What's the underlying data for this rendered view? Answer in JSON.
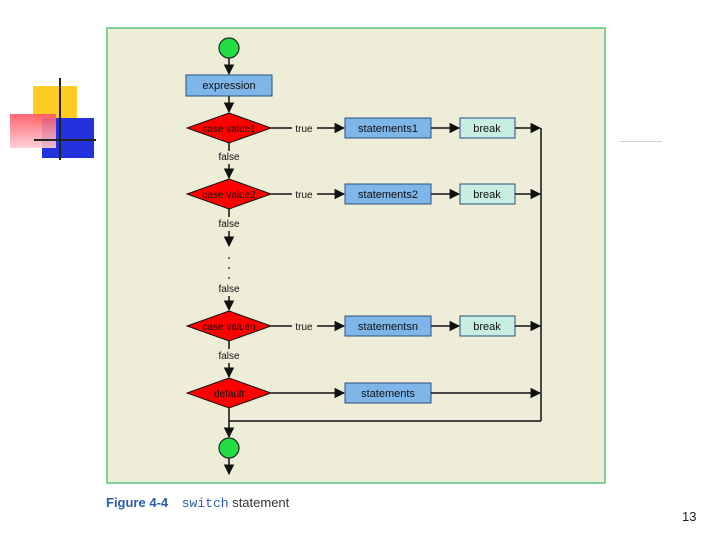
{
  "diagram": {
    "expression_label": "expression",
    "cases": [
      {
        "condition": "case value1",
        "statements": "statements1",
        "break_label": "break"
      },
      {
        "condition": "case value2",
        "statements": "statements2",
        "break_label": "break"
      },
      {
        "condition": "case valuen",
        "statements": "statementsn",
        "break_label": "break"
      }
    ],
    "default_label": "default",
    "default_statements": "statements",
    "true_label": "true",
    "false_label": "false",
    "ellipsis": ". . ."
  },
  "caption": {
    "figure": "Figure 4-4",
    "keyword": "switch",
    "text": "statement"
  },
  "page_number": "13",
  "colors": {
    "panel_bg": "#eeedd8",
    "panel_border": "#7fd39a",
    "node_fill": "#7eb6ea",
    "break_fill": "#c6eee2",
    "diamond_fill": "#ff0000",
    "terminal_fill": "#22dd44",
    "caption_accent": "#2a5db0"
  }
}
